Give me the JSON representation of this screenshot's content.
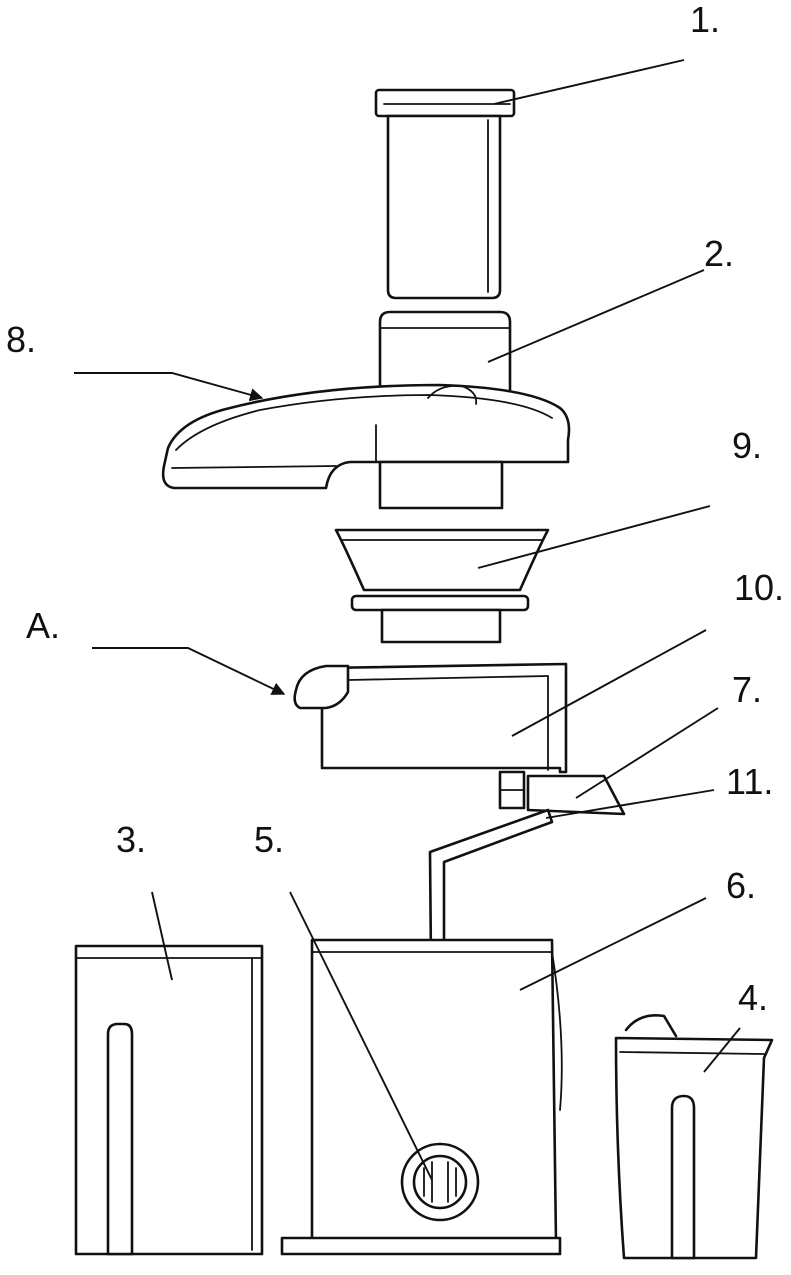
{
  "callouts": {
    "c1": "1.",
    "c2": "2.",
    "c3": "3.",
    "c4": "4.",
    "c5": "5.",
    "c6": "6.",
    "c7": "7.",
    "c8": "8.",
    "c9": "9.",
    "c10": "10.",
    "c11": "11.",
    "cA": "A."
  },
  "colors": {
    "ink": "#111111",
    "paper": "#ffffff"
  }
}
